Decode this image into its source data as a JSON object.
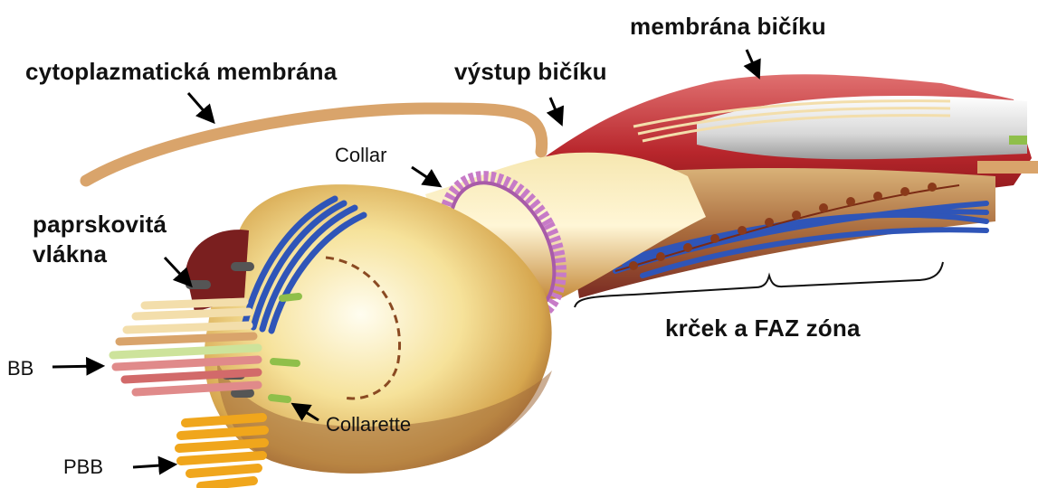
{
  "labels": {
    "membrana_bicíku": "membrána bičíku",
    "cytoplazmaticka_membrana": "cytoplazmatická membrána",
    "vystup_bicíku": "výstup bičíku",
    "collar": "Collar",
    "paprskovita_line1": "paprskovitá",
    "paprskovita_line2": "vlákna",
    "bb": "BB",
    "krcek_faz": "krček a FAZ zóna",
    "collarette": "Collarette",
    "pbb": "PBB"
  },
  "colors": {
    "membrane_tan": "#d9a46b",
    "flagellum_red": "#c8434a",
    "body_yellow": "#f2dc8a",
    "blue_fibers": "#2f55b8",
    "collar_pink": "#c77bc7",
    "pbb_orange": "#f0a61c",
    "bb_green": "#8fbf4a"
  }
}
